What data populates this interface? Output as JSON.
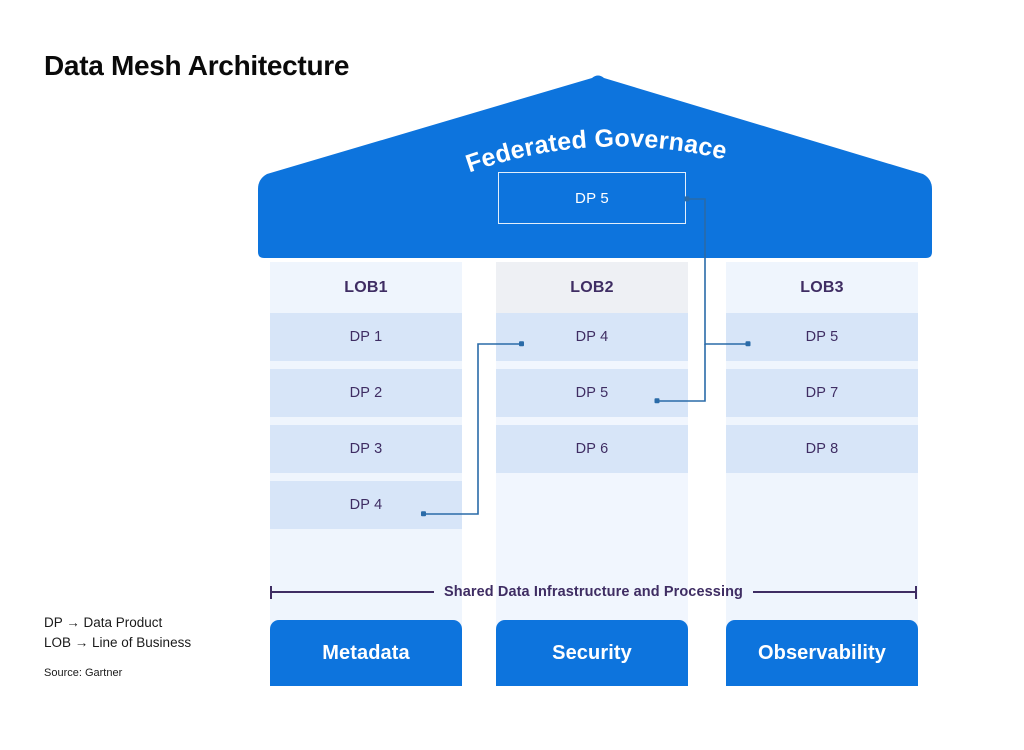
{
  "title": "Data Mesh Architecture",
  "colors": {
    "brand_blue": "#0d74dd",
    "cell_blue": "#d7e5f8",
    "column_bg": "#eff5fd",
    "text_purple": "#3f2d63",
    "connector_blue": "#2a6ba8"
  },
  "roof": {
    "governance_label": "Federated Governace",
    "dp_box_label": "DP 5"
  },
  "columns": [
    {
      "id": "lob1",
      "header": "LOB1",
      "cells": [
        "DP 1",
        "DP 2",
        "DP 3",
        "DP 4",
        ""
      ]
    },
    {
      "id": "lob2",
      "header": "LOB2",
      "cells": [
        "DP 4",
        "DP 5",
        "DP 6",
        "",
        ""
      ]
    },
    {
      "id": "lob3",
      "header": "LOB3",
      "cells": [
        "DP 5",
        "DP 7",
        "DP 8",
        "",
        ""
      ]
    }
  ],
  "shared_infrastructure": {
    "label": "Shared Data Infrastructure and Processing"
  },
  "platform": [
    {
      "label": "Metadata"
    },
    {
      "label": "Security"
    },
    {
      "label": "Observability"
    }
  ],
  "legend": {
    "lines": [
      "DP → Data Product",
      "LOB → Line of Business"
    ],
    "source": "Source: Gartner"
  }
}
